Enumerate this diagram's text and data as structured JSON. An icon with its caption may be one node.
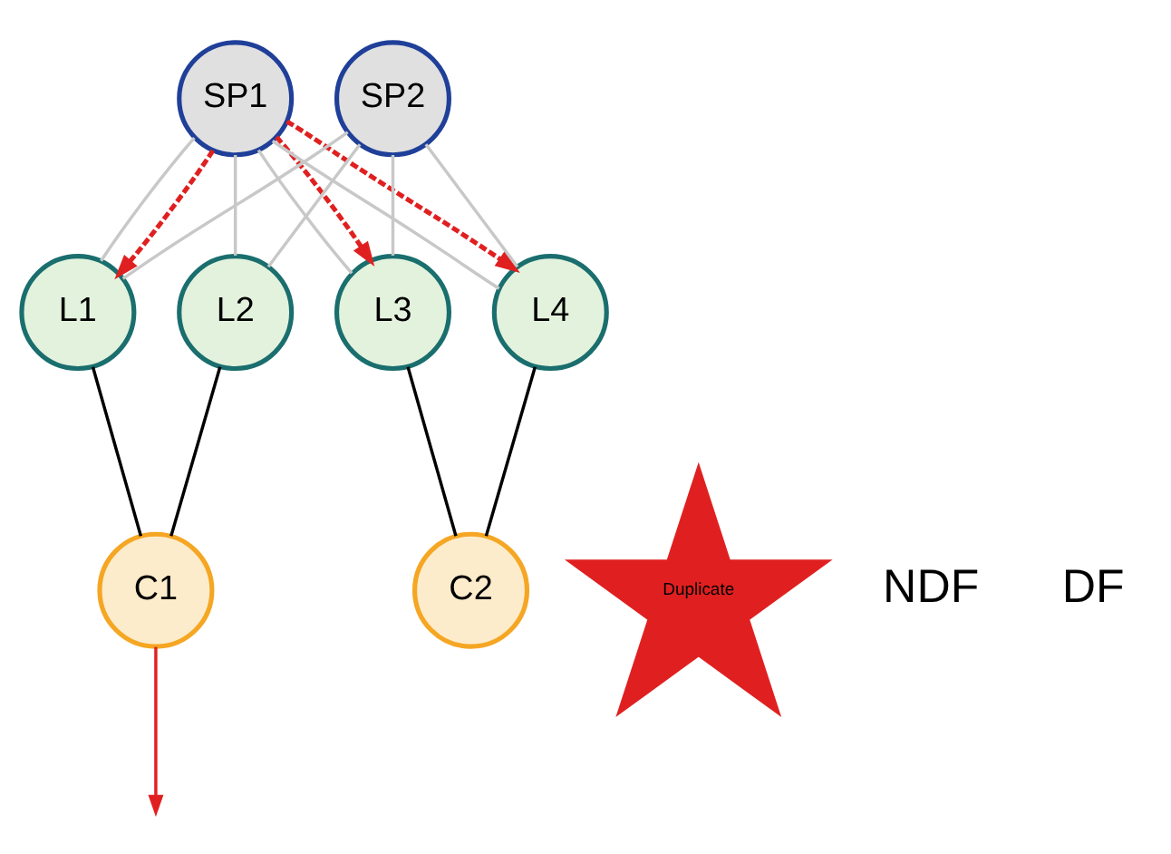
{
  "diagram": {
    "nodes": [
      {
        "text": [
          "SP1"
        ]
      },
      {
        "text": [
          "SP2"
        ]
      },
      {
        "text": [
          "L1"
        ]
      },
      {
        "text": [
          "L2"
        ]
      },
      {
        "text": [
          "L3"
        ]
      },
      {
        "text": [
          "L4"
        ]
      },
      {
        "text": [
          "C1"
        ]
      },
      {
        "text": [
          "Duplicate"
        ]
      },
      {
        "text": [
          "C2"
        ]
      }
    ],
    "edges": [
      {
        "from": 0,
        "to": 2,
        "arrow": "none",
        "color": "#c8c8c8"
      },
      {
        "from": 0,
        "to": 3,
        "arrow": "none",
        "color": "#c8c8c8"
      },
      {
        "from": 0,
        "to": 4,
        "arrow": "none",
        "color": "#c8c8c8"
      },
      {
        "from": 0,
        "to": 5,
        "arrow": "none",
        "color": "#c8c8c8"
      },
      {
        "from": 1,
        "to": 2,
        "arrow": "none",
        "color": "#c8c8c8"
      },
      {
        "from": 1,
        "to": 3,
        "arrow": "none",
        "color": "#c8c8c8"
      },
      {
        "from": 1,
        "to": 4,
        "arrow": "none",
        "color": "#c8c8c8"
      },
      {
        "from": 1,
        "to": 5,
        "arrow": "none",
        "color": "#c8c8c8"
      },
      {
        "from": 2,
        "to": 6,
        "arrow": "none",
        "color": "#000000"
      },
      {
        "from": 3,
        "to": 6,
        "arrow": "none",
        "color": "#000000"
      },
      {
        "from": 4,
        "to": 8,
        "arrow": "none",
        "color": "#000000"
      },
      {
        "from": 5,
        "to": 8,
        "arrow": "none",
        "color": "#000000"
      },
      {
        "from": 0,
        "to": 2,
        "arrow": "to",
        "style": "dashed",
        "color": "#e02020"
      },
      {
        "from": 0,
        "to": 4,
        "arrow": "to",
        "style": "dashed",
        "color": "#e02020"
      },
      {
        "from": 0,
        "to": 5,
        "arrow": "to",
        "style": "dashed",
        "color": "#e02020"
      },
      {
        "from": 6,
        "to": null,
        "arrow": "to",
        "color": "#e02020"
      }
    ],
    "labels": [
      "NDF",
      "DF"
    ]
  }
}
